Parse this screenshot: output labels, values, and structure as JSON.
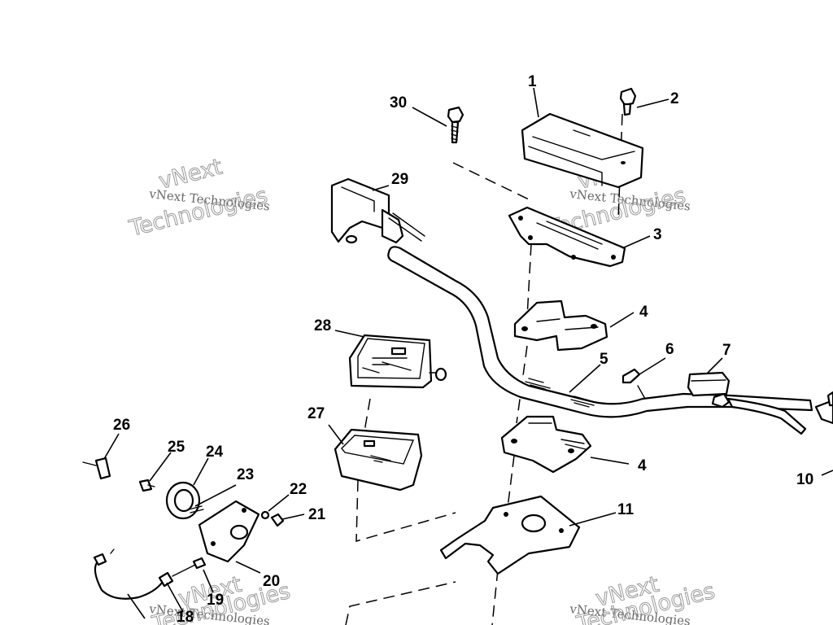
{
  "diagram": {
    "callouts": {
      "p1": "1",
      "p2": "2",
      "p3": "3",
      "p4a": "4",
      "p4b": "4",
      "p5": "5",
      "p6": "6",
      "p7": "7",
      "p10": "10",
      "p11": "11",
      "p18": "18",
      "p19": "19",
      "p20": "20",
      "p21": "21",
      "p22": "22",
      "p23": "23",
      "p24": "24",
      "p25": "25",
      "p26": "26",
      "p27": "27",
      "p28": "28",
      "p29": "29",
      "p30": "30"
    },
    "watermark": {
      "brand_small": "vNext Technologies",
      "brand_top": "vNext",
      "brand_bottom": "Technologies"
    }
  }
}
